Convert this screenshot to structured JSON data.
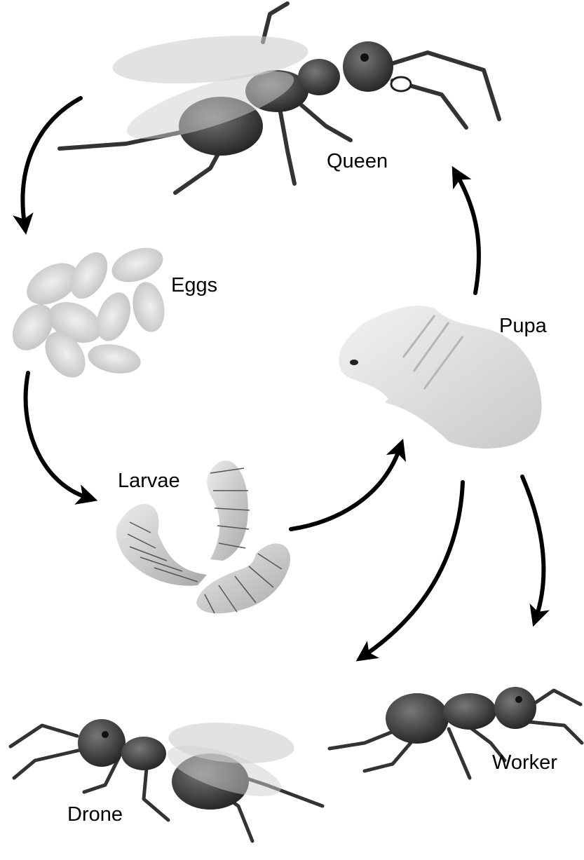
{
  "stages": {
    "queen": "Queen",
    "eggs": "Eggs",
    "pupa": "Pupa",
    "larvae": "Larvae",
    "worker": "Worker",
    "drone": "Drone"
  },
  "colors": {
    "ant_body": "#3a3a3a",
    "wing": "#cfcfcf",
    "egg": "#d8d8d8",
    "larva": "#d6d6d6",
    "pupa": "#e4e4e4",
    "arrow": "#000000"
  }
}
